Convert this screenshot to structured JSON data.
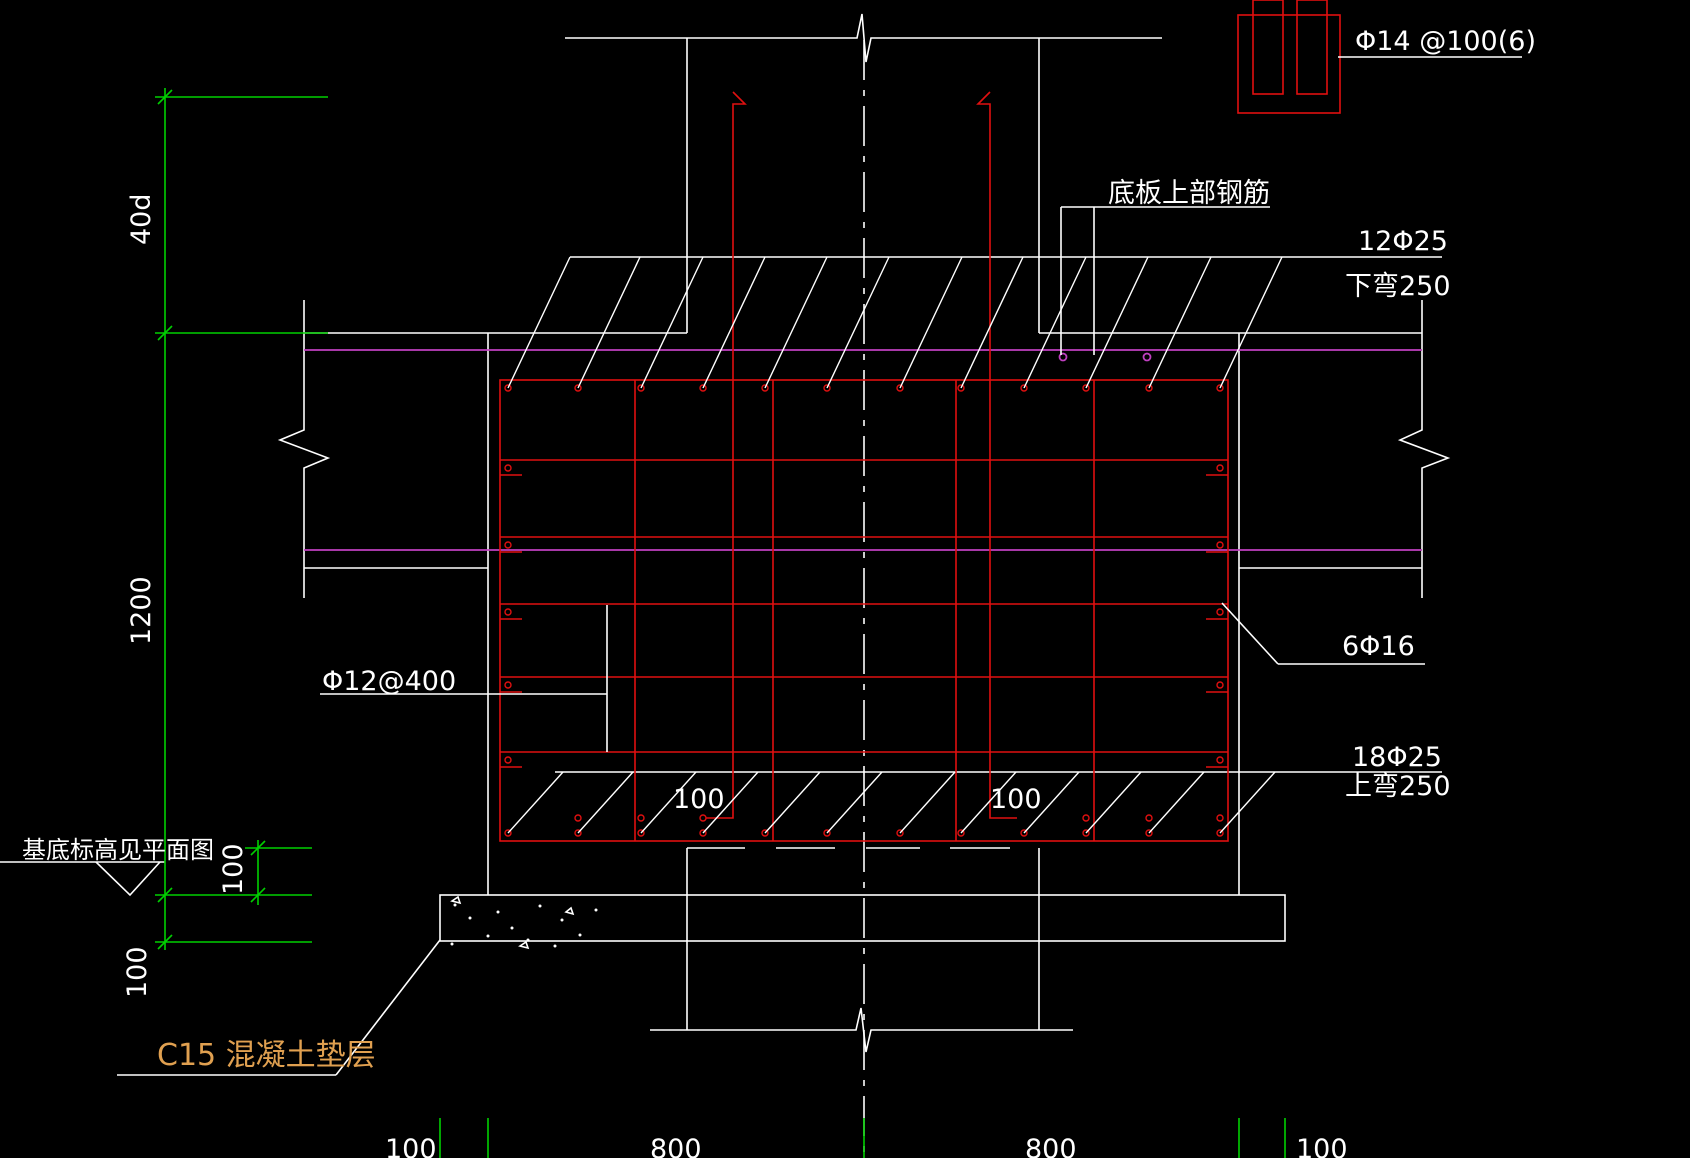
{
  "drawing": {
    "colors": {
      "background": "#000000",
      "concrete": "#ffffff",
      "rebar": "#e01010",
      "dimension": "#00d000",
      "reference_line": "#c040c0",
      "note": "#e0a050"
    },
    "labels": {
      "top_stirrup": "Φ14 @100(6)",
      "slab_top_rebar": "底板上部钢筋",
      "top_bars": "12Φ25",
      "top_bend": "下弯250",
      "side_bars": "6Φ16",
      "bottom_bars": "18Φ25",
      "bottom_bend": "上弯250",
      "tie_bars": "Φ12@400",
      "anchor_left": "100",
      "anchor_right": "100",
      "elevation_note": "基底标高见平面图",
      "bedding": "C15 混凝土垫层"
    },
    "dimensions": {
      "anchor_length": "40d",
      "beam_depth": "1200",
      "bedding_thickness": "100",
      "bedding_thickness_2": "100",
      "bottom": [
        "100",
        "800",
        "800",
        "100"
      ]
    }
  }
}
